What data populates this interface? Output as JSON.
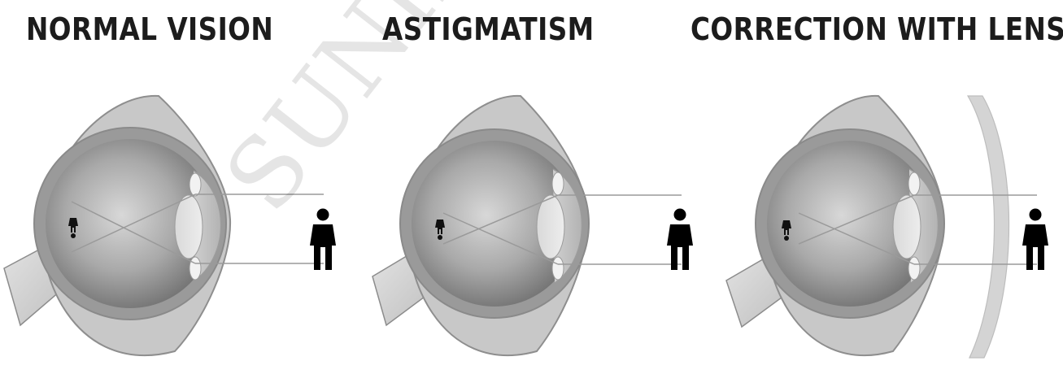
{
  "panels": [
    {
      "title": "NORMAL VISION",
      "condition": "normal"
    },
    {
      "title": "ASTIGMATISM",
      "condition": "astigmatism"
    },
    {
      "title": "CORRECTION WITH LENS",
      "condition": "corrected"
    }
  ],
  "icons": [
    "eyeball-cross-section-icon",
    "person-figure-icon",
    "inverted-image-icon",
    "corrective-lens-icon"
  ],
  "watermark": "SUNIL TC",
  "colors": {
    "sclera": "#c4c4c4",
    "globe": "#8a8a8a",
    "lens": "#e6e6e6",
    "ray": "#9a9a9a",
    "figure": "#000000"
  }
}
